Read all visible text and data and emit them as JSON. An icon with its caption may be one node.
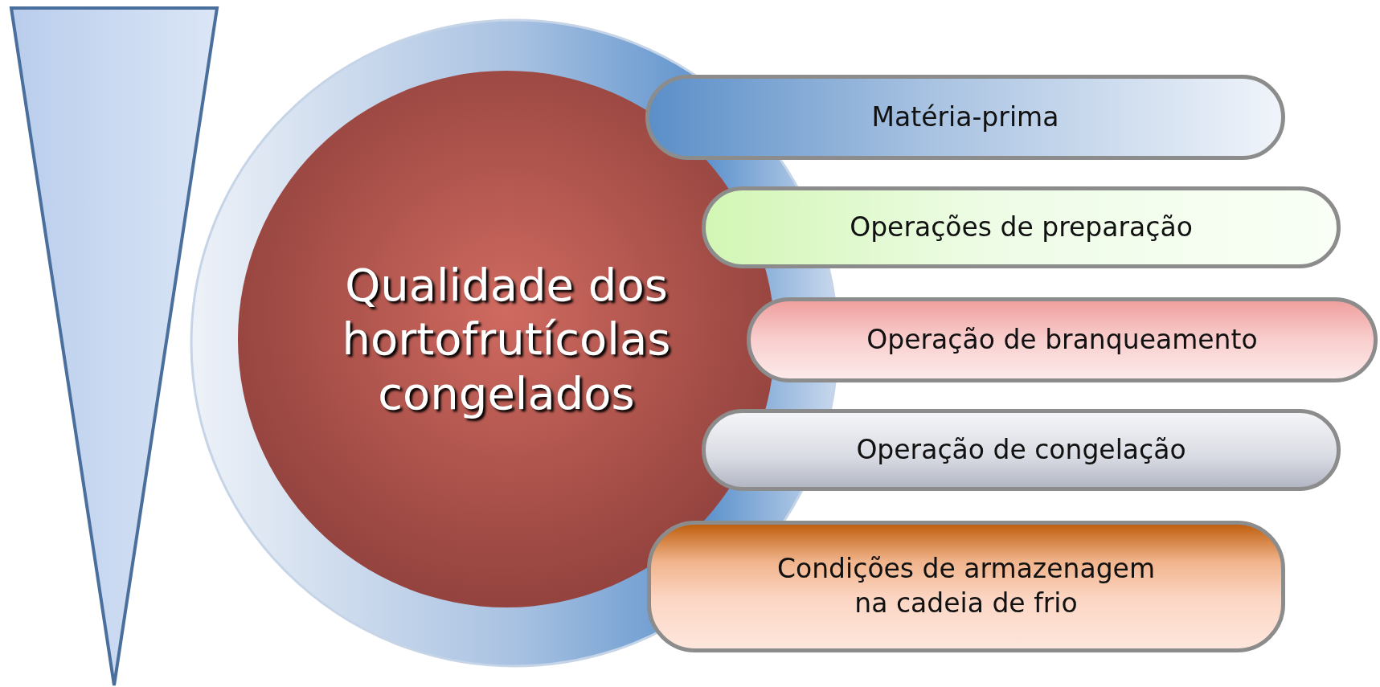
{
  "diagram": {
    "nodes": [
      {
        "text": [],
        "shape": "triangle"
      },
      {
        "text": [],
        "shape": "circle"
      },
      {
        "text": [
          "Qualidade dos hortofrutícolas congelados"
        ],
        "in": 1
      },
      {
        "text": [
          "Matéria-prima"
        ]
      },
      {
        "text": [
          "Operações de preparação"
        ]
      },
      {
        "text": [
          "Operação de branqueamento"
        ]
      },
      {
        "text": [
          "Operação de congelação"
        ]
      },
      {
        "text": [
          "Condições de armazenagem na cadeia de frio"
        ]
      }
    ]
  }
}
